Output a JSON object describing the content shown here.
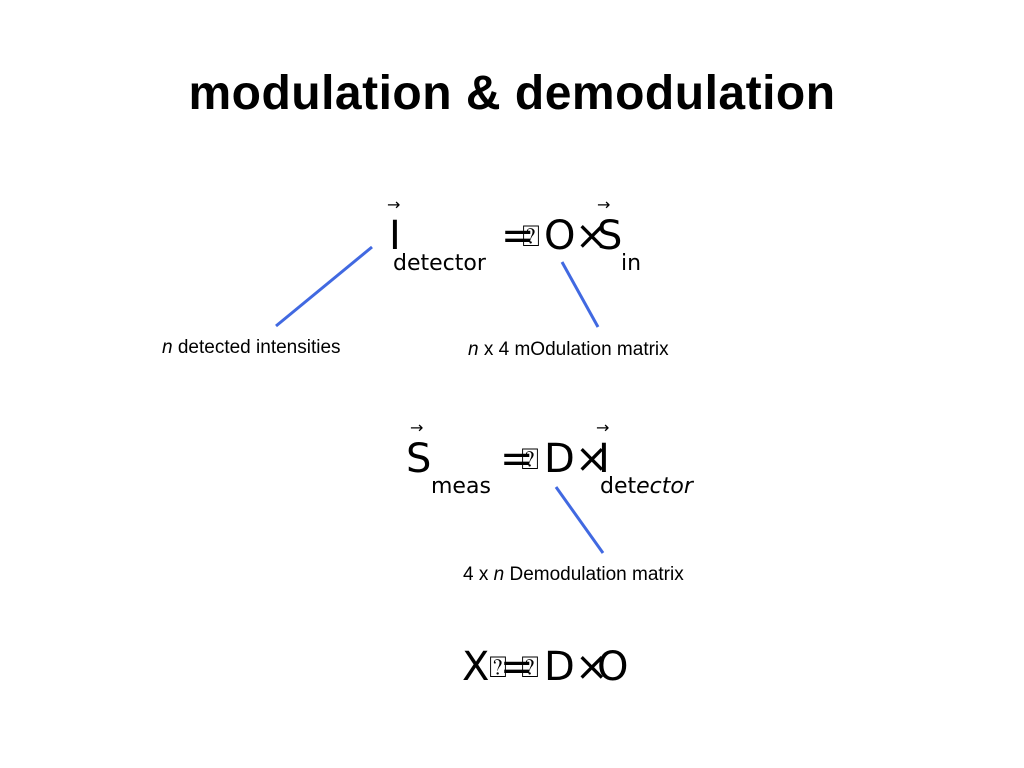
{
  "title": "modulation & demodulation",
  "eq1": {
    "lhs_symbol": "I",
    "lhs_sub": "detector",
    "equals": "=",
    "missing_glyph": "⍰",
    "matrix": "O",
    "times": "×",
    "rhs_symbol": "S",
    "rhs_sub": "in",
    "vector_arrow": "→"
  },
  "label1": {
    "italic": "n",
    "text": " detected intensities"
  },
  "label2": {
    "italic": "n",
    "text": " x 4 mOdulation matrix"
  },
  "eq2": {
    "lhs_symbol": "S",
    "lhs_sub": "meas",
    "equals": "=",
    "missing_glyph": "⍰",
    "matrix": "D",
    "times": "×",
    "rhs_symbol": "I",
    "rhs_sub_a": "det",
    "rhs_sub_b": "ector",
    "vector_arrow": "→"
  },
  "label3": {
    "prefix": "4 x ",
    "italic": "n",
    "text": " Demodulation matrix"
  },
  "eq3": {
    "lhs": "X",
    "missing_glyph_1": "⍰",
    "equals": "=",
    "missing_glyph_2": "⍰",
    "matrix1": "D",
    "times": "×",
    "matrix2": "O"
  },
  "colors": {
    "pointer_line": "#4169e1"
  }
}
